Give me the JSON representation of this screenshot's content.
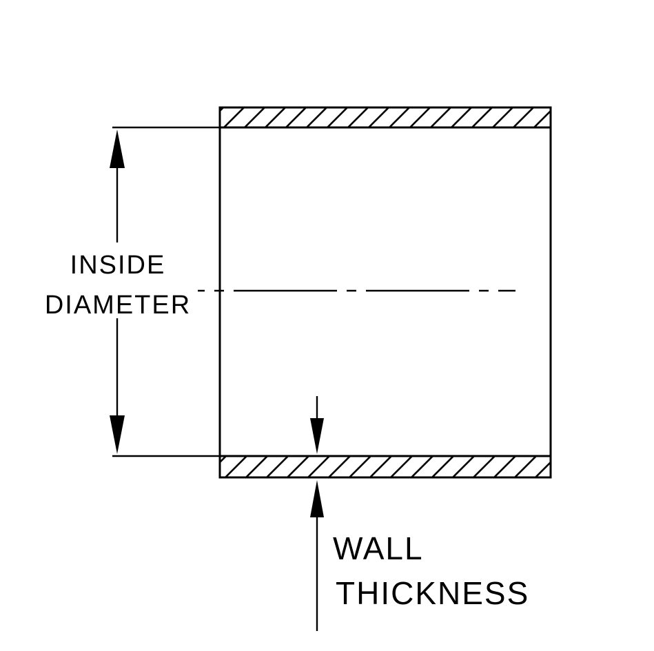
{
  "diagram": {
    "labels": {
      "inside_line1": "INSIDE",
      "inside_line2": "DIAMETER",
      "wall_line1": "WALL",
      "wall_line2": "THICKNESS"
    },
    "colors": {
      "line": "#000000",
      "background": "#ffffff"
    }
  }
}
